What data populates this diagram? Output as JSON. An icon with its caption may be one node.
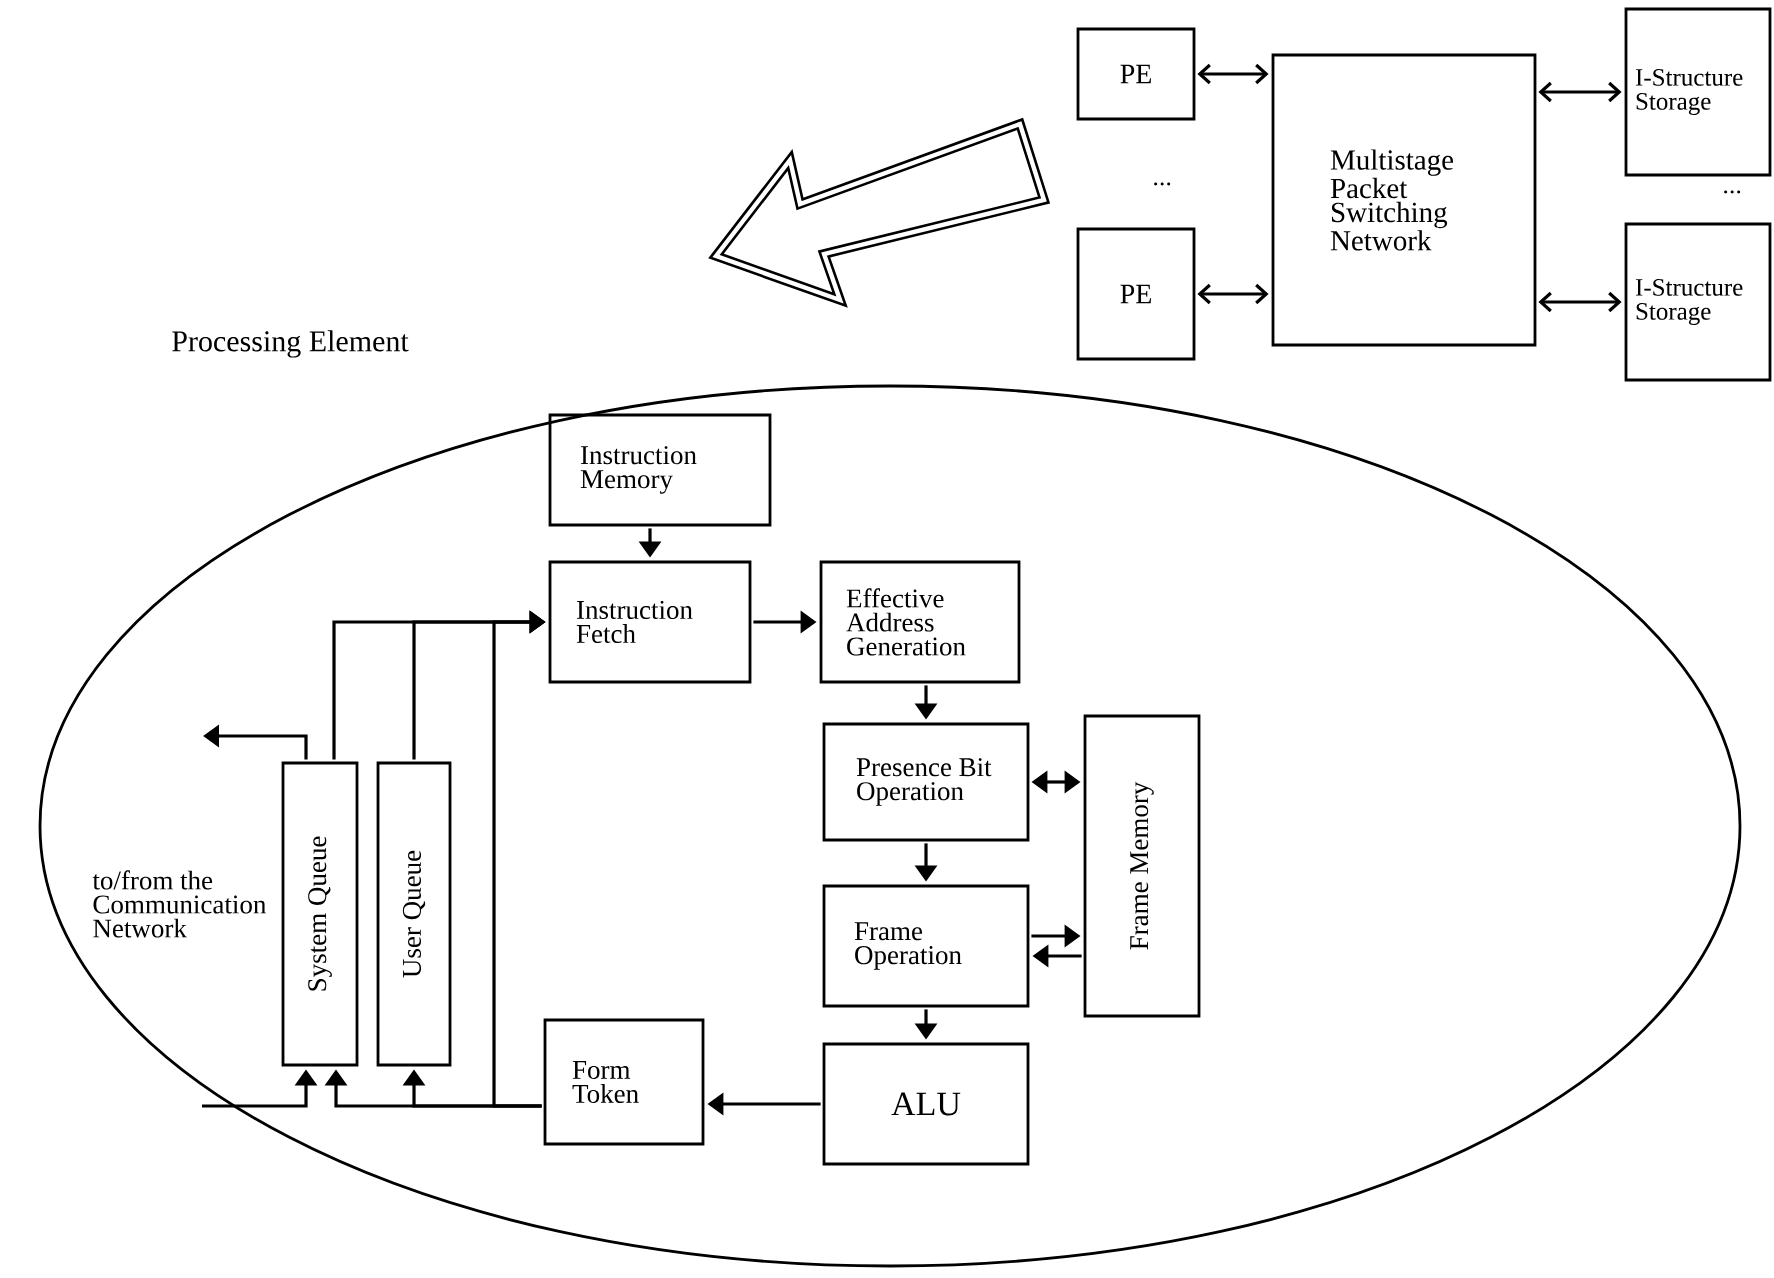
{
  "diagram": {
    "nodes": [
      {
        "text": [
          "PE"
        ]
      },
      {
        "text": [
          "PE"
        ]
      },
      {
        "text": [
          "Multistage Packet Switching Network"
        ]
      },
      {
        "text": [
          "I-Structure Storage"
        ]
      },
      {
        "text": [
          "I-Structure Storage"
        ]
      },
      {
        "text": [
          "Processing Element"
        ]
      },
      {
        "text": [
          "Instruction Memory"
        ],
        "in": 5
      },
      {
        "text": [
          "Instruction Fetch"
        ],
        "in": 5
      },
      {
        "text": [
          "Effective Address Generation"
        ],
        "in": 5
      },
      {
        "text": [
          "Presence Bit Operation"
        ],
        "in": 5
      },
      {
        "text": [
          "Frame Operation"
        ],
        "in": 5
      },
      {
        "text": [
          "ALU"
        ],
        "in": 5
      },
      {
        "text": [
          "Frame Memory"
        ],
        "in": 5
      },
      {
        "text": [
          "Form Token"
        ],
        "in": 5
      },
      {
        "text": [
          "System Queue"
        ],
        "in": 5
      },
      {
        "text": [
          "User Queue"
        ],
        "in": 5
      }
    ],
    "edges": [
      {
        "from": 6,
        "to": 7,
        "arrow": "to"
      },
      {
        "from": 7,
        "to": 8,
        "arrow": "to"
      },
      {
        "from": 8,
        "to": 9,
        "arrow": "to"
      },
      {
        "from": 9,
        "to": 12,
        "arrow": "both"
      },
      {
        "from": 10,
        "to": 12,
        "arrow": "to"
      },
      {
        "from": 12,
        "to": 10,
        "arrow": "to"
      },
      {
        "from": 9,
        "to": 10,
        "arrow": "to"
      },
      {
        "from": 10,
        "to": 11,
        "arrow": "to"
      },
      {
        "from": 11,
        "to": 13,
        "arrow": "to"
      },
      {
        "from": 13,
        "to": 14,
        "arrow": "to"
      },
      {
        "from": 13,
        "to": 15,
        "arrow": "to"
      },
      {
        "from": 13,
        "to": 7,
        "arrow": "to"
      },
      {
        "from": null,
        "to": 14,
        "arrow": "to"
      },
      {
        "from": 14,
        "to": 7,
        "arrow": "to"
      },
      {
        "from": 15,
        "to": 7,
        "arrow": "to"
      },
      {
        "from": 14,
        "to": null,
        "arrow": "to"
      },
      {
        "from": 0,
        "to": 2,
        "arrow": "both"
      },
      {
        "from": 1,
        "to": 2,
        "arrow": "both"
      },
      {
        "from": 2,
        "to": 3,
        "arrow": "both"
      },
      {
        "from": 2,
        "to": 4,
        "arrow": "both"
      }
    ],
    "labels": [
      "...",
      "...",
      "to/from the Communication Network"
    ]
  }
}
